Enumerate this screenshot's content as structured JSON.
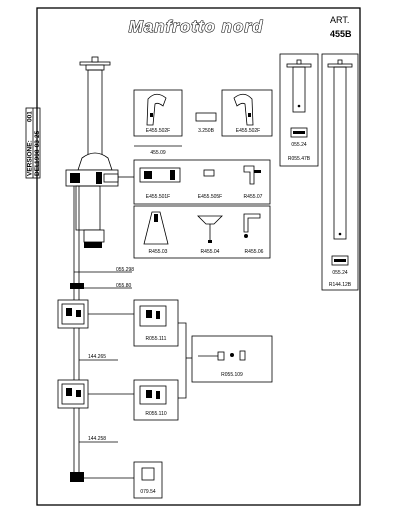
{
  "header": {
    "brand": "Manfrotto nord",
    "art_label": "ART.",
    "art_number": "455B"
  },
  "version_box": {
    "version_label": "VERSIONE:",
    "version_value": "001",
    "date_label": "DEL:",
    "date_value": "1998-03-25"
  },
  "part_labels": {
    "e455_502f_left": "E455.502F",
    "p3_250b": "3.250B",
    "e455_502f_right": "E455.502F",
    "p455_09": "455.09",
    "e455_501f": "E455.501F",
    "e455_505f": "E455.505F",
    "r455_07": "R455.07",
    "r455_03": "R455.03",
    "r455_04": "R455.04",
    "r455_06": "R455.06",
    "p055_24_a": "055.24",
    "r055_47b": "R055.47B",
    "p055_24_b": "055.24",
    "r144_12b": "R144.12B",
    "p055_298": "055.298",
    "p055_80": "055.80",
    "r055_111": "R055.111",
    "p144_265": "144.265",
    "r055_109": "R055.109",
    "r055_110": "R055.110",
    "p144_258": "144.258",
    "p079_54": "079.54"
  }
}
